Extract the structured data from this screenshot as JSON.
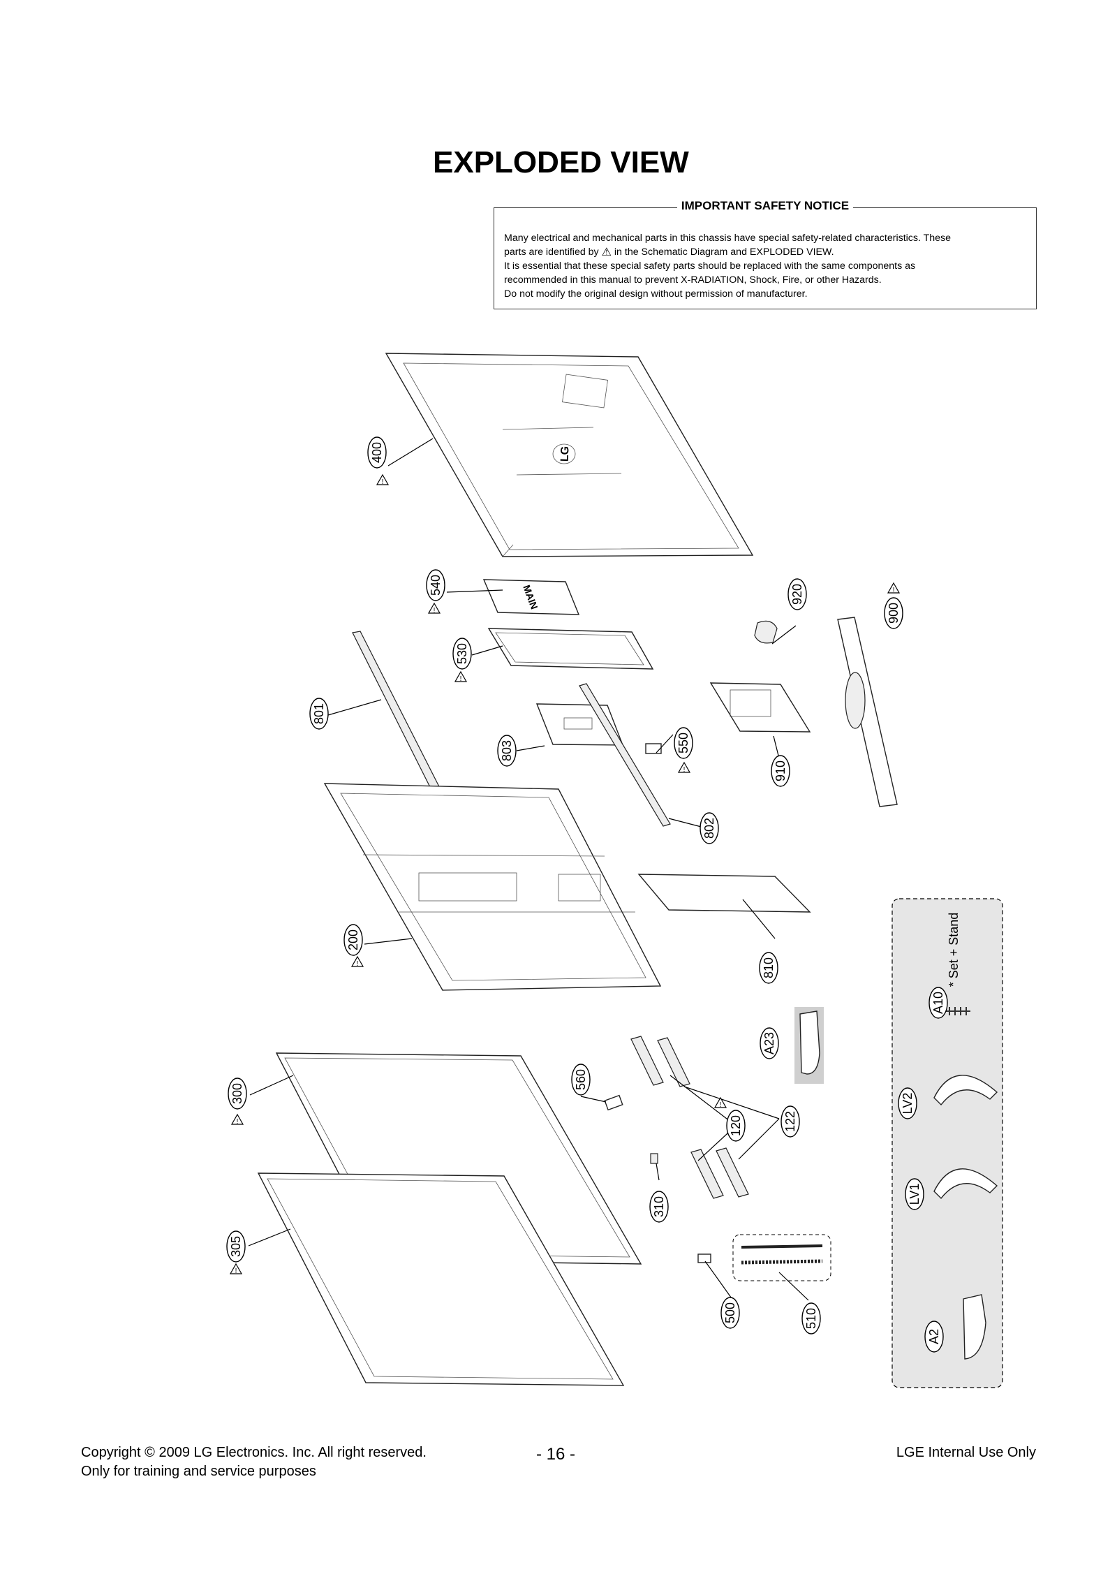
{
  "title": "EXPLODED VIEW",
  "notice": {
    "heading": "IMPORTANT SAFETY NOTICE",
    "line1": "Many electrical and mechanical parts in this chassis have special safety-related characteristics. These",
    "line2_pre": "parts are identified by",
    "line2_post": "in the Schematic Diagram and EXPLODED VIEW.",
    "line3": "It is essential that these special safety parts should be replaced with the same components as",
    "line4": "recommended in this manual to prevent X-RADIATION, Shock, Fire, or other Hazards.",
    "line5": "Do not modify the original design without permission of manufacturer."
  },
  "parts": {
    "p400": "400",
    "p540": "540",
    "p530": "530",
    "p801": "801",
    "p803": "803",
    "p550": "550",
    "p802": "802",
    "p910": "910",
    "p920": "920",
    "p900": "900",
    "p810": "810",
    "p200": "200",
    "p300": "300",
    "p305": "305",
    "p560": "560",
    "p120": "120",
    "p122": "122",
    "p310": "310",
    "p500": "500",
    "p510": "510",
    "pA23": "A23",
    "pA10": "A10",
    "pLV2": "LV2",
    "pLV1": "LV1",
    "pA2": "A2"
  },
  "accessory_note": "* Set + Stand",
  "panel_text": {
    "back_logo": "LG",
    "main_board": "MAIN"
  },
  "footer": {
    "copyright_line1": "Copyright  © 2009 LG Electronics. Inc. All right reserved.",
    "copyright_line2": "Only for training and service purposes",
    "page_number": "- 16 -",
    "internal": "LGE Internal Use Only"
  }
}
